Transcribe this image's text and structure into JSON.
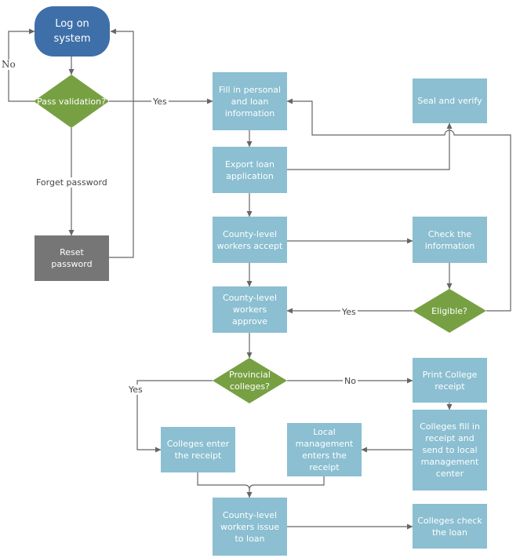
{
  "colors": {
    "process": "#8BBFD1",
    "decision": "#77A043",
    "start": "#3E6FA9",
    "reset": "#767676",
    "line": "#666666"
  },
  "nodes": {
    "log_on": "Log on\nsystem",
    "pass_validation": "Pass validation?",
    "reset_password": "Reset\npassword",
    "fill_info": "Fill in personal\nand loan\ninformation",
    "seal_verify": "Seal and verify",
    "export_loan": "Export loan\napplication",
    "county_accept": "County-level\nworkers accept",
    "check_info": "Check the\ninformation",
    "county_approve": "County-level\nworkers\napprove",
    "eligible": "Eligible?",
    "provincial": "Provincial\ncolleges?",
    "print_receipt": "Print College\nreceipt",
    "colleges_fill": "Colleges fill in\nreceipt and\nsend to local\nmanagement\ncenter",
    "colleges_enter": "Colleges enter\nthe receipt",
    "local_mgmt": "Local\nmanagement\nenters the\nreceipt",
    "county_issue": "County-level\nworkers issue\nto loan",
    "colleges_check": "Colleges check\nthe loan"
  },
  "edge_labels": {
    "no_login": "No",
    "yes_validation": "Yes",
    "forget_password": "Forget password",
    "yes_eligible": "Yes",
    "yes_provincial": "Yes",
    "no_provincial": "No"
  }
}
